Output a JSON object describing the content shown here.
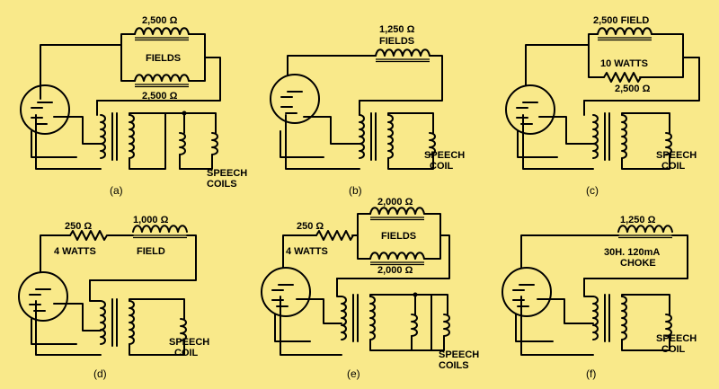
{
  "panels": [
    {
      "id": "a",
      "caption": "(a)",
      "labels": {
        "top_value": "2,500 Ω",
        "mid": "FIELDS",
        "bottom_value": "2,500 Ω",
        "speech_1": "SPEECH",
        "speech_2": "COILS"
      }
    },
    {
      "id": "b",
      "caption": "(b)",
      "labels": {
        "top_value": "1,250 Ω",
        "mid": "FIELDS",
        "speech_1": "SPEECH",
        "speech_2": "COIL"
      }
    },
    {
      "id": "c",
      "caption": "(c)",
      "labels": {
        "top_value": "2,500 FIELD",
        "mid": "10 WATTS",
        "bottom_value": "2,500 Ω",
        "speech_1": "SPEECH",
        "speech_2": "COIL"
      }
    },
    {
      "id": "d",
      "caption": "(d)",
      "labels": {
        "res_value": "250 Ω",
        "res_watts": "4 WATTS",
        "top_value": "1,000 Ω",
        "mid": "FIELD",
        "speech_1": "SPEECH",
        "speech_2": "COIL"
      }
    },
    {
      "id": "e",
      "caption": "(e)",
      "labels": {
        "res_value": "250 Ω",
        "res_watts": "4 WATTS",
        "top_value": "2,000 Ω",
        "mid": "FIELDS",
        "bottom_value": "2,000 Ω",
        "speech_1": "SPEECH",
        "speech_2": "COILS"
      }
    },
    {
      "id": "f",
      "caption": "(f)",
      "labels": {
        "top_value": "1,250 Ω",
        "mid": "30H. 120mA",
        "mid_2": "CHOKE",
        "speech_1": "SPEECH",
        "speech_2": "COIL"
      }
    }
  ]
}
